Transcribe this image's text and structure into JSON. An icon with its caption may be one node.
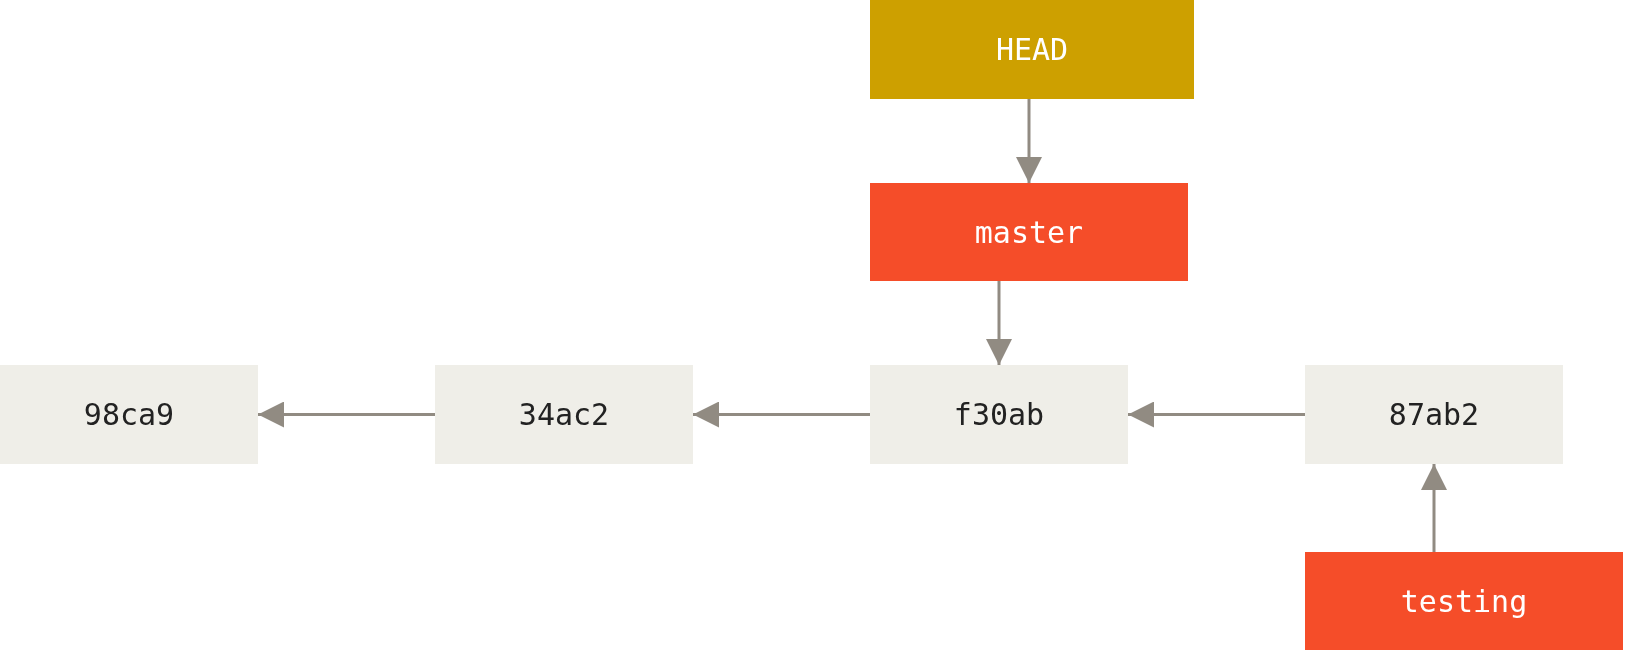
{
  "diagram": {
    "nodes": [
      {
        "text": [
          "HEAD"
        ]
      },
      {
        "text": [
          "master"
        ]
      },
      {
        "text": [
          "98ca9"
        ]
      },
      {
        "text": [
          "34ac2"
        ]
      },
      {
        "text": [
          "f30ab"
        ]
      },
      {
        "text": [
          "87ab2"
        ]
      },
      {
        "text": [
          "testing"
        ]
      }
    ],
    "edges": [
      {
        "from": 0,
        "to": 1,
        "arrow": "to"
      },
      {
        "from": 1,
        "to": 4,
        "arrow": "to"
      },
      {
        "from": 3,
        "to": 2,
        "arrow": "to"
      },
      {
        "from": 4,
        "to": 3,
        "arrow": "to"
      },
      {
        "from": 5,
        "to": 4,
        "arrow": "to"
      },
      {
        "from": 6,
        "to": 5,
        "arrow": "to"
      }
    ]
  }
}
